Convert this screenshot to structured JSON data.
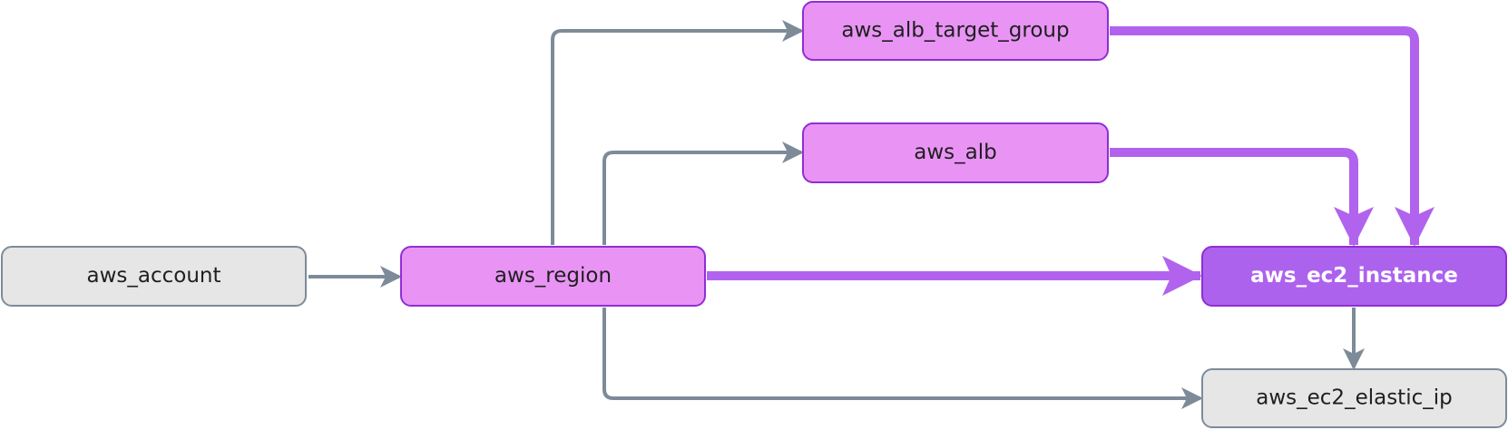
{
  "colors": {
    "gray_fill": "#e6e6e6",
    "gray_stroke": "#7d8b99",
    "pink_fill": "#e994f5",
    "pink_stroke": "#8f2fd3",
    "purple_fill": "#ad62ee",
    "purple_stroke": "#8f2fd3",
    "edge_gray": "#7d8b99",
    "edge_purple": "#b163ee",
    "focus_text": "#ffffff",
    "text": "#1f1f1f"
  },
  "nodes": {
    "aws_account": {
      "label": "aws_account",
      "style": "gray"
    },
    "aws_region": {
      "label": "aws_region",
      "style": "pink"
    },
    "aws_alb_target_group": {
      "label": "aws_alb_target_group",
      "style": "pink"
    },
    "aws_alb": {
      "label": "aws_alb",
      "style": "pink"
    },
    "aws_ec2_instance": {
      "label": "aws_ec2_instance",
      "style": "focus"
    },
    "aws_ec2_elastic_ip": {
      "label": "aws_ec2_elastic_ip",
      "style": "gray"
    }
  },
  "edges": [
    {
      "from": "aws_account",
      "to": "aws_region",
      "style": "gray"
    },
    {
      "from": "aws_region",
      "to": "aws_alb_target_group",
      "style": "gray"
    },
    {
      "from": "aws_region",
      "to": "aws_alb",
      "style": "gray"
    },
    {
      "from": "aws_region",
      "to": "aws_ec2_instance",
      "style": "purple"
    },
    {
      "from": "aws_region",
      "to": "aws_ec2_elastic_ip",
      "style": "gray"
    },
    {
      "from": "aws_alb_target_group",
      "to": "aws_ec2_instance",
      "style": "purple"
    },
    {
      "from": "aws_alb",
      "to": "aws_ec2_instance",
      "style": "purple"
    },
    {
      "from": "aws_ec2_instance",
      "to": "aws_ec2_elastic_ip",
      "style": "gray"
    }
  ]
}
